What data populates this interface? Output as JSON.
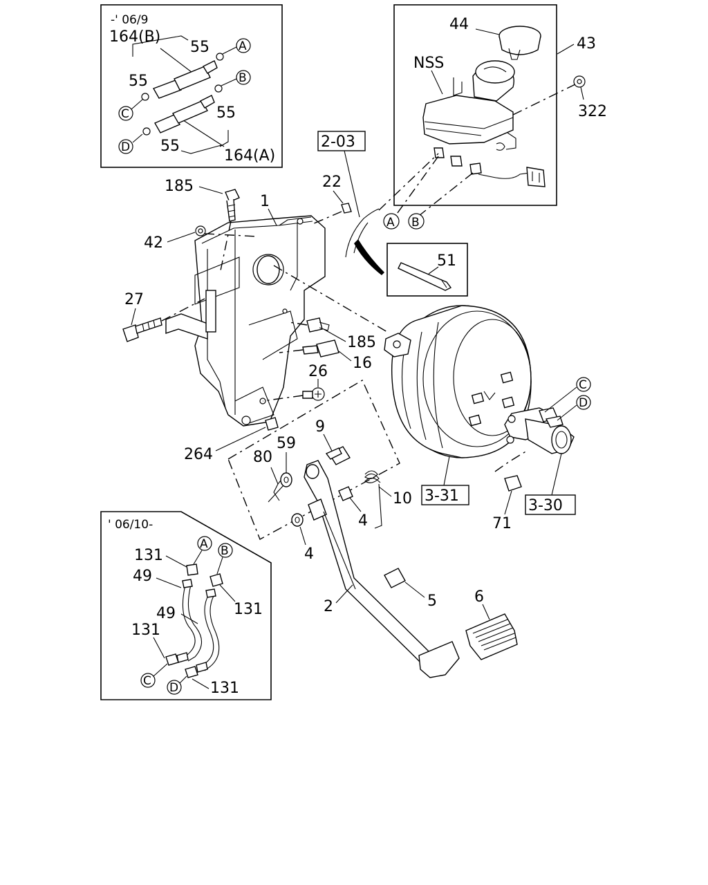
{
  "insets": {
    "top_left": {
      "period": "-' 06/9",
      "label_164B": "164(B)",
      "label_164A": "164(A)",
      "label_55": "55"
    },
    "bottom_left": {
      "period": "' 06/10-",
      "label_131": "131",
      "label_49": "49"
    },
    "reservoir": {
      "label_44": "44",
      "label_43": "43",
      "label_nss": "NSS",
      "label_322": "322"
    },
    "clip": {
      "label_51": "51"
    }
  },
  "connectors": {
    "A": "A",
    "B": "B",
    "C": "C",
    "D": "D"
  },
  "refs": {
    "r203": "2-03",
    "r331": "3-31",
    "r330": "3-30"
  },
  "parts": {
    "p185a": "185",
    "p1": "1",
    "p22": "22",
    "p42": "42",
    "p27": "27",
    "p185b": "185",
    "p16": "16",
    "p26": "26",
    "p264": "264",
    "p9": "9",
    "p80": "80",
    "p59": "59",
    "p10": "10",
    "p4a": "4",
    "p4b": "4",
    "p2": "2",
    "p5": "5",
    "p6": "6",
    "p71": "71"
  }
}
